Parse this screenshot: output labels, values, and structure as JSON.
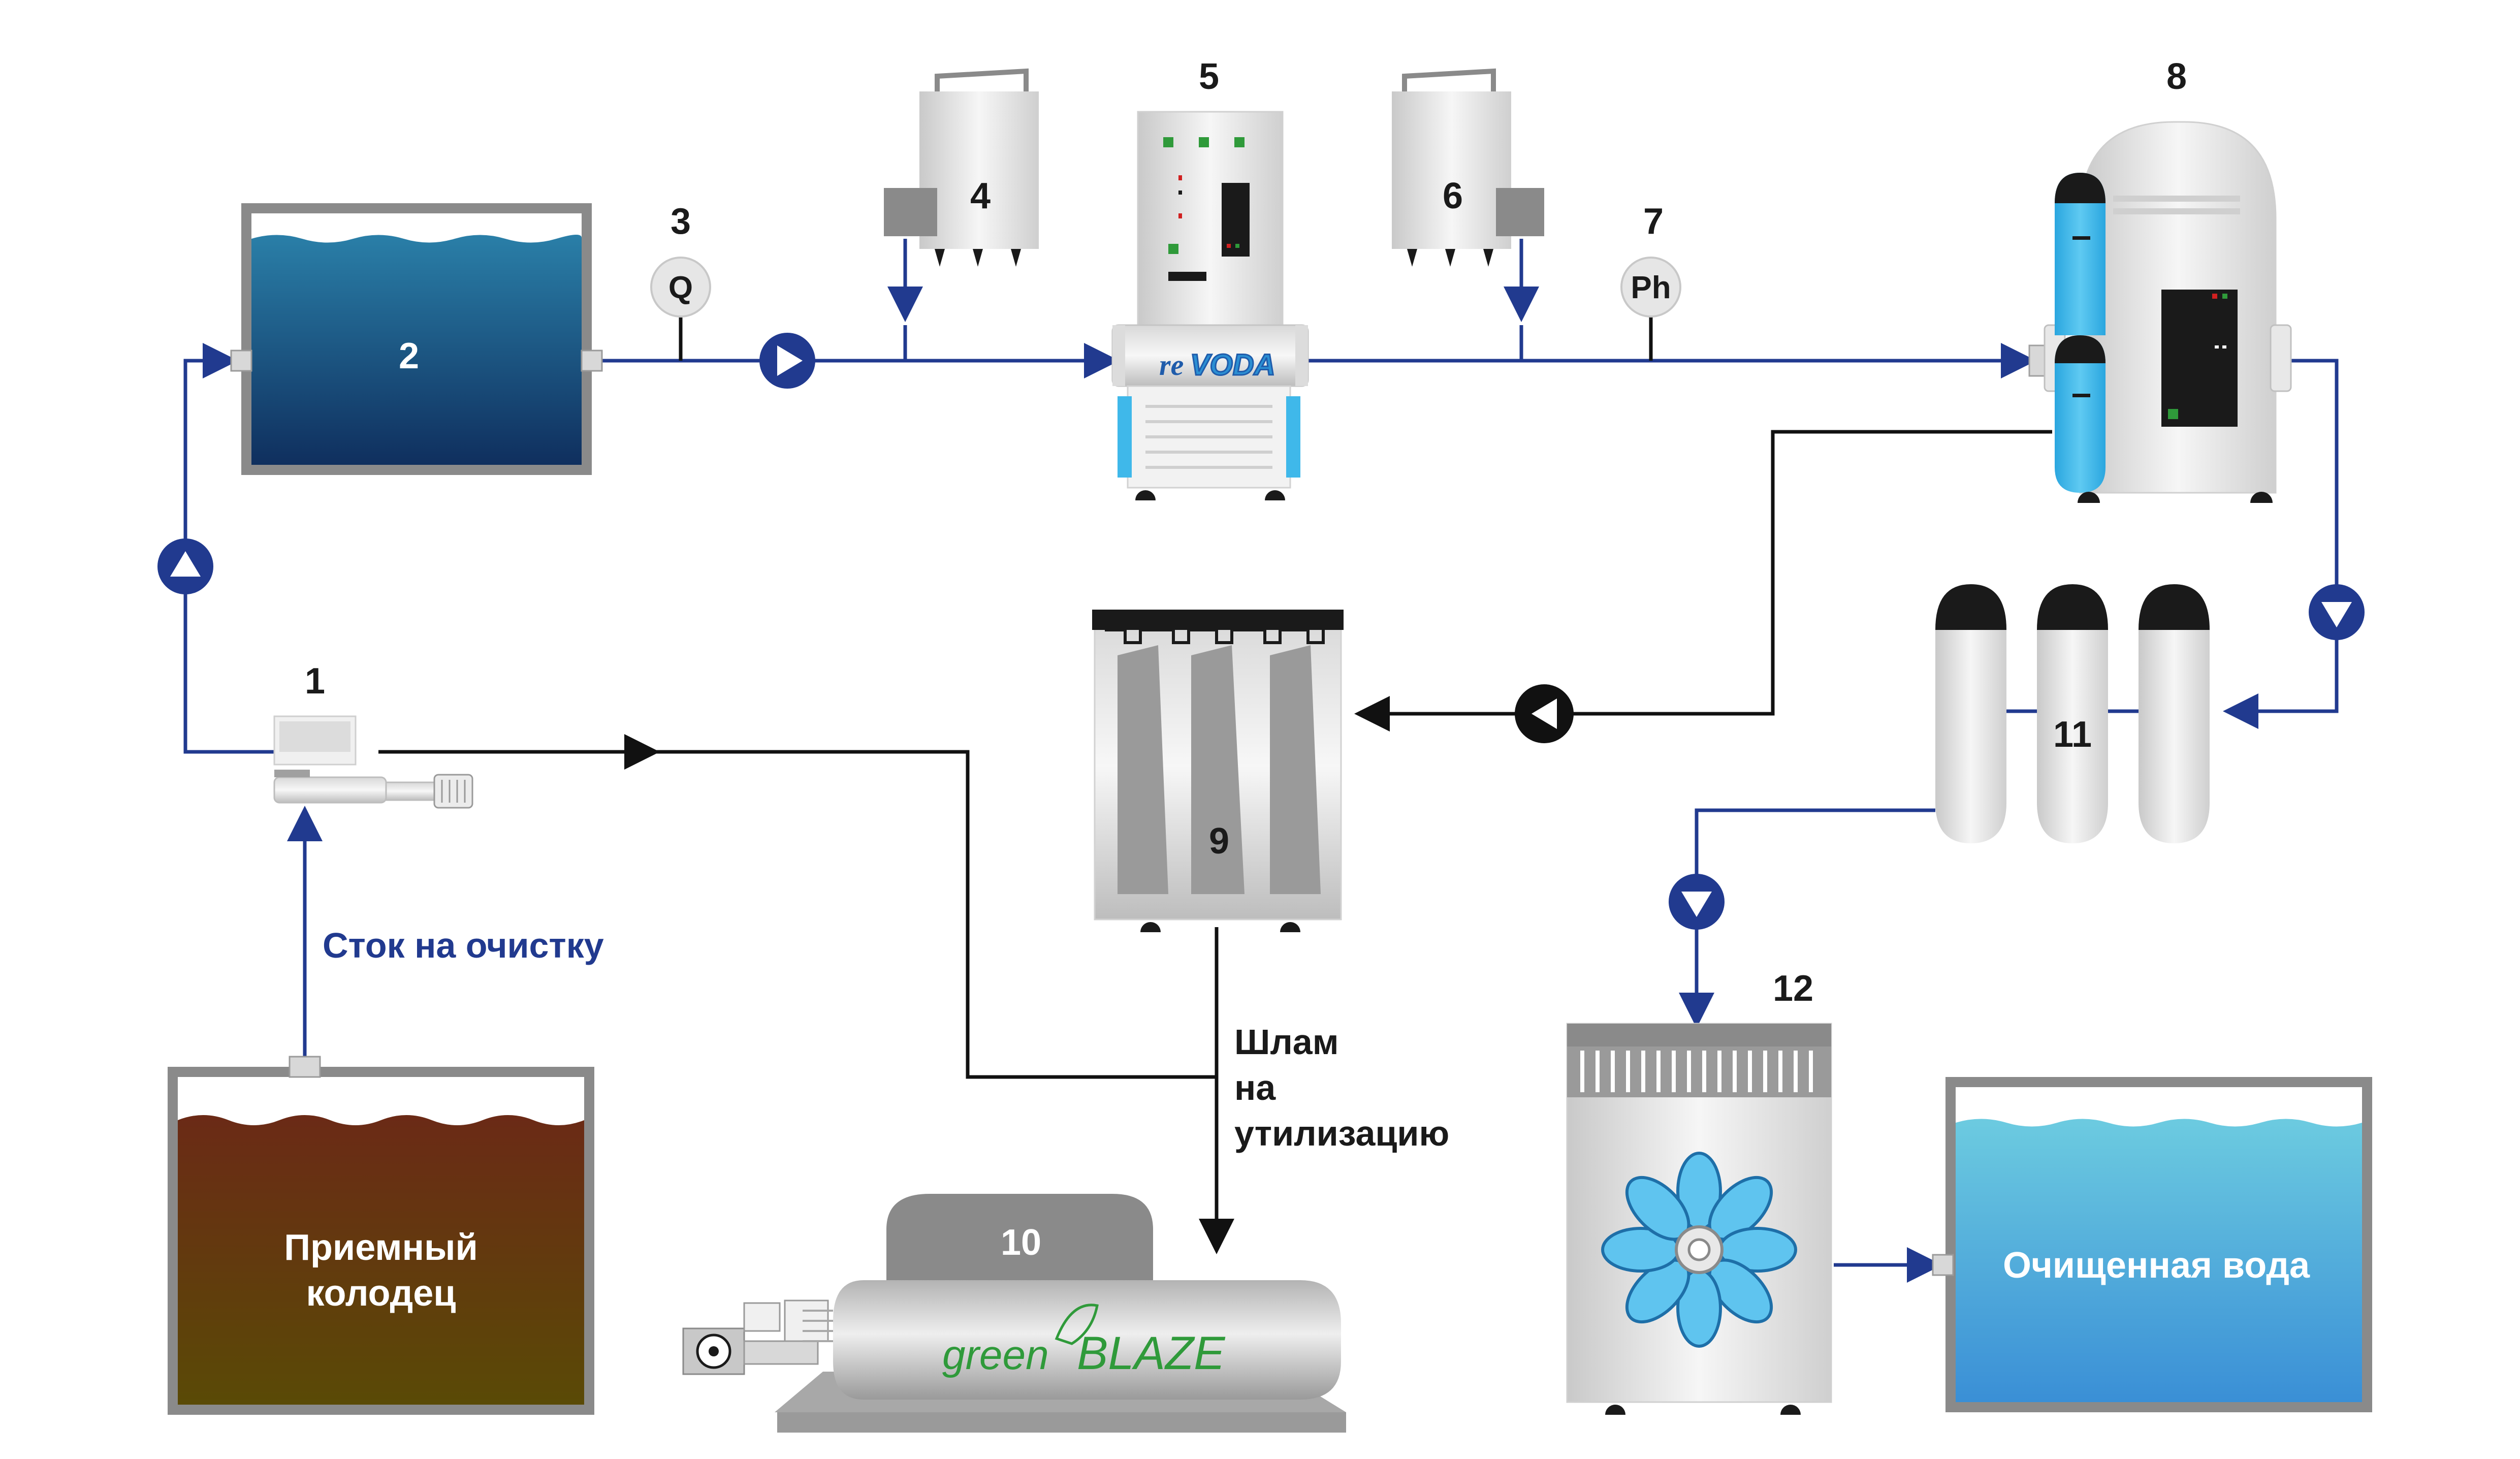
{
  "numbers": {
    "n1": "1",
    "n2": "2",
    "n3": "3",
    "n4": "4",
    "n5": "5",
    "n6": "6",
    "n7": "7",
    "n8": "8",
    "n9": "9",
    "n10": "10",
    "n11": "11",
    "n12": "12"
  },
  "gauges": {
    "flow": "Q",
    "ph": "Ph"
  },
  "labels": {
    "inflow": "Сток на очистку",
    "sludge_line1": "Шлам",
    "sludge_line2": "на",
    "sludge_line3": "утилизацию",
    "receiving_well_line1": "Приемный",
    "receiving_well_line2": "колодец",
    "clean_water": "Очищенная вода"
  },
  "logos": {
    "revoda_prefix": "re",
    "revoda_suffix": "VODA",
    "greenblaze_prefix": "green",
    "greenblaze_suffix": "BLAZE"
  },
  "colors": {
    "water_pipe": "#213a8f",
    "sludge_pipe": "#111111",
    "raw_water_top": "#6b2a16",
    "raw_water_bottom": "#5a4a06",
    "tank_water_top": "#2a7fa8",
    "tank_water_bottom": "#0f2f5e",
    "clean_water_top": "#6ccbe0",
    "clean_water_bottom": "#3a8fd6",
    "accent_cyan": "#3fb8ea"
  }
}
